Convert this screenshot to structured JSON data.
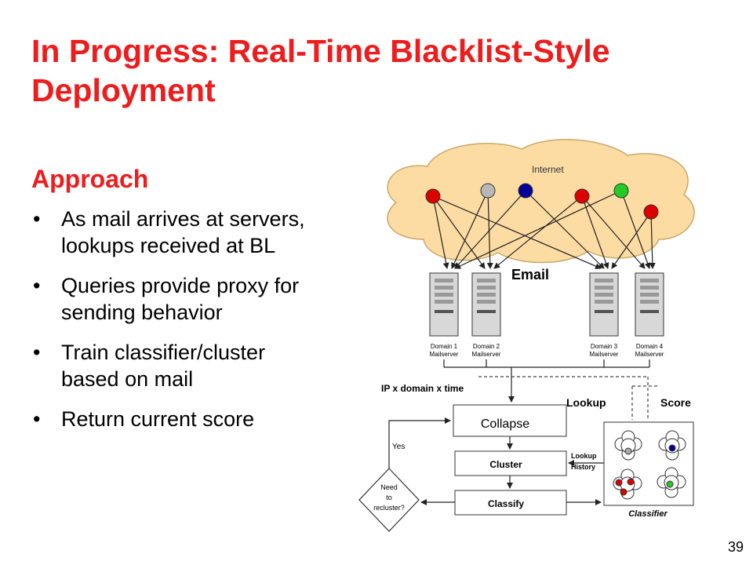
{
  "title": "In Progress: Real-Time Blacklist-Style Deployment",
  "approach": {
    "heading": "Approach",
    "bullets": [
      "As mail arrives at servers, lookups received at BL",
      "Queries provide proxy for sending behavior",
      "Train classifier/cluster based on mail",
      "Return current score"
    ]
  },
  "diagram": {
    "internet_label": "Internet",
    "email_label": "Email",
    "mailservers": [
      {
        "line1": "Domain 1",
        "line2": "Mailserver"
      },
      {
        "line1": "Domain 2",
        "line2": "Mailserver"
      },
      {
        "line1": "Domain 3",
        "line2": "Mailserver"
      },
      {
        "line1": "Domain 4",
        "line2": "Mailserver"
      }
    ],
    "ip_domain_time_label": "IP x domain x time",
    "lookup_label": "Lookup",
    "score_label": "Score",
    "collapse_label": "Collapse",
    "cluster_label": "Cluster",
    "classify_label": "Classify",
    "lookup_history_line1": "Lookup",
    "lookup_history_line2": "History",
    "classifier_label": "Classifier",
    "decision_line1": "Need",
    "decision_line2": "to",
    "decision_line3": "recluster?",
    "yes_label": "Yes",
    "node_colors": [
      "#dd0000",
      "#b8b8b8",
      "#000099",
      "#dd0000",
      "#22cc22",
      "#dd0000"
    ]
  },
  "page_number": "39"
}
